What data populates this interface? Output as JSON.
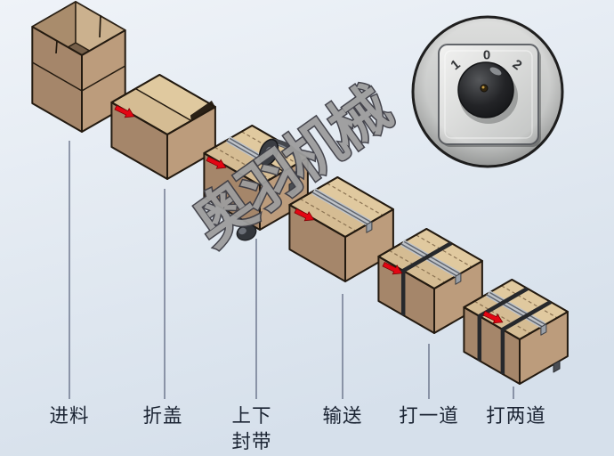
{
  "watermark": {
    "text": "奥羽机械"
  },
  "process": {
    "stages": [
      {
        "label": "进料"
      },
      {
        "label": "折盖"
      },
      {
        "label": "上下",
        "label2": "封带"
      },
      {
        "label": "输送"
      },
      {
        "label": "打一道"
      },
      {
        "label": "打两道"
      }
    ],
    "arrow_color": "#e30613"
  },
  "switch_inset": {
    "positions": [
      "1",
      "0",
      "2"
    ],
    "selected": "1"
  },
  "colors": {
    "background_top": "#eef2f7",
    "background_bottom": "#d7e1ec",
    "carton_left_face": "#a5866a",
    "carton_right_face": "#bc9c7c",
    "carton_top_near": "#d5bc93",
    "carton_top_far": "#e0c99f",
    "tape": "#bfc3c9",
    "strap": "#26282c",
    "label_text": "#1b2433",
    "watermark_fill": "#9d9d9d",
    "watermark_outline": "#3d3d45"
  }
}
